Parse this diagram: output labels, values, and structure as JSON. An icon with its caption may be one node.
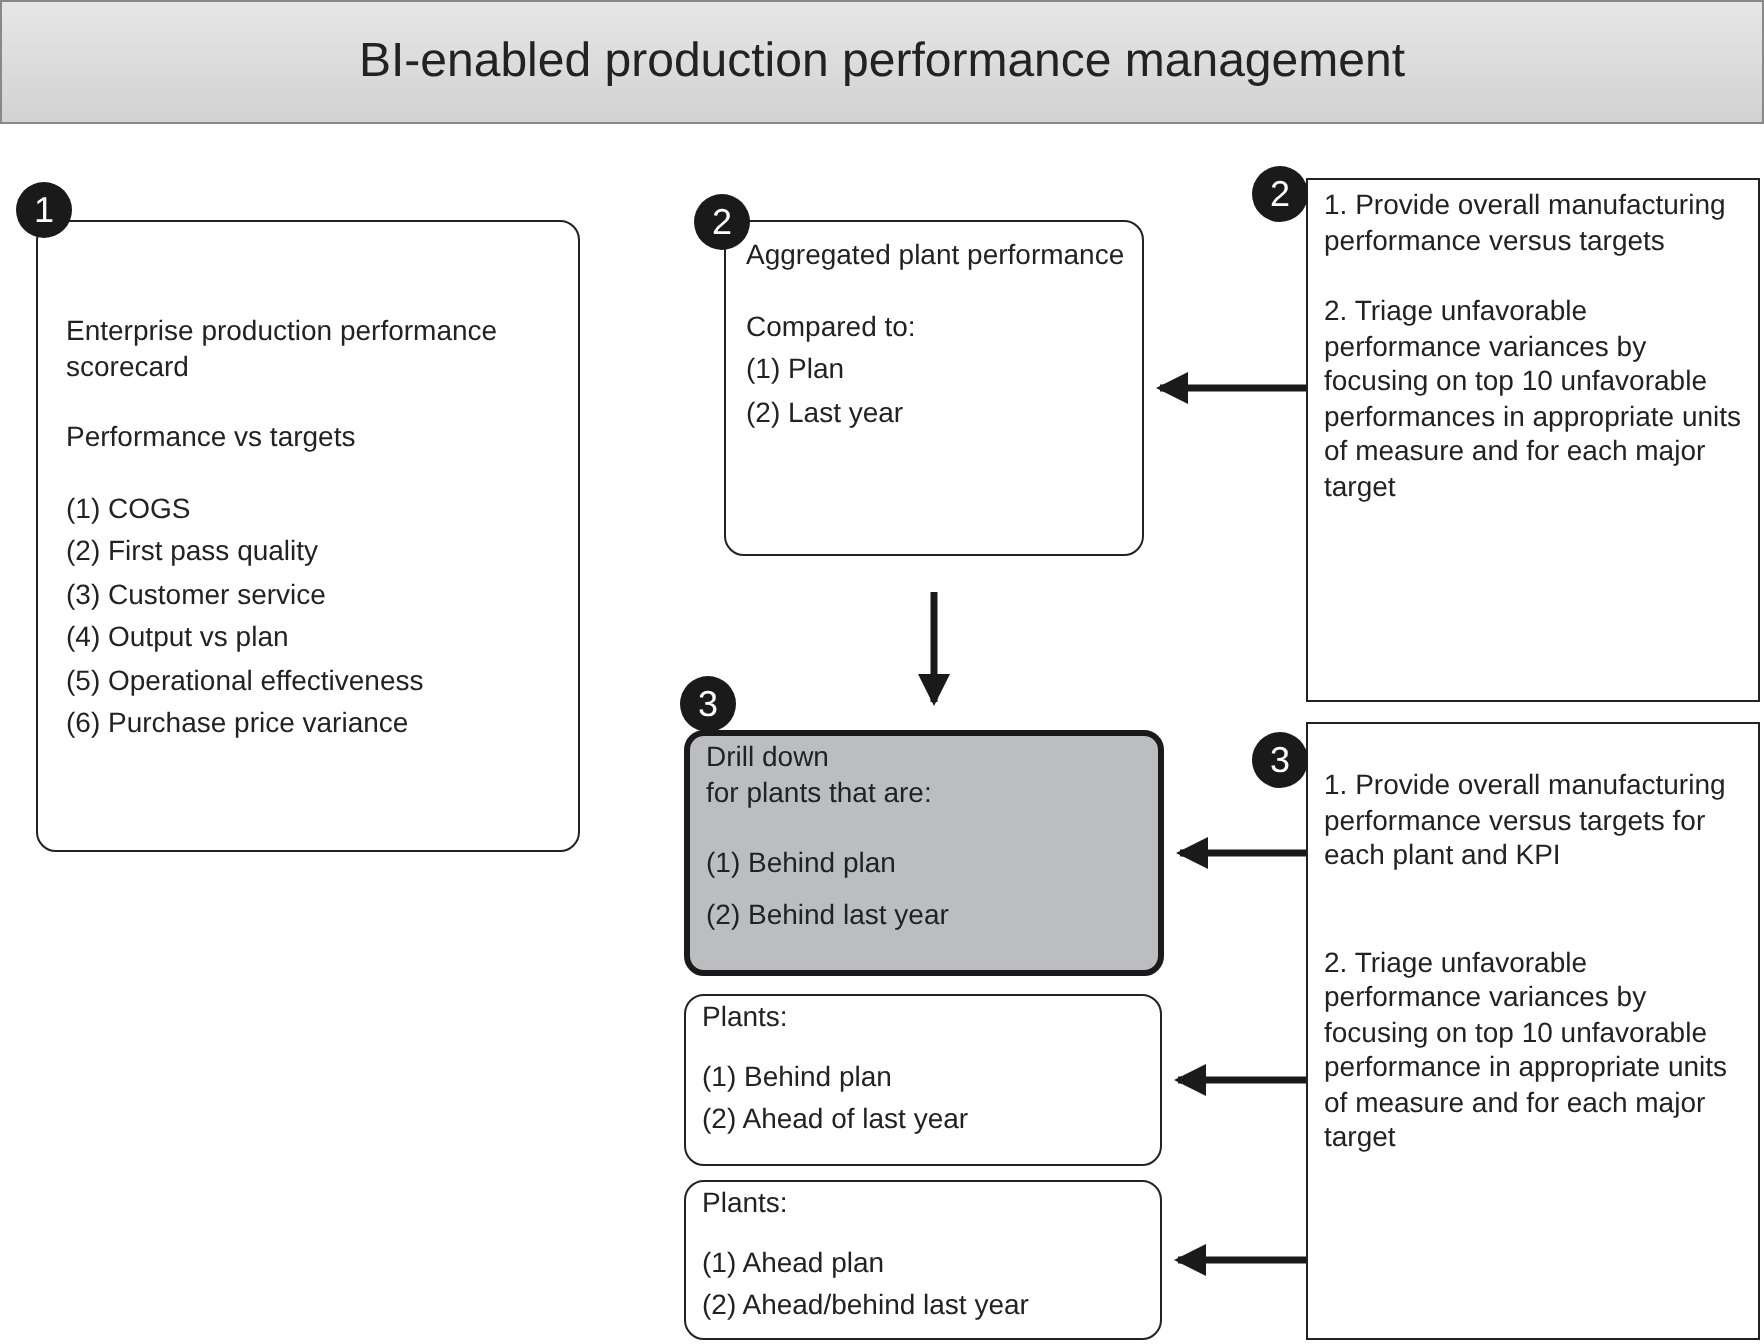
{
  "diagram": {
    "title": "BI-enabled production performance management",
    "nodes": [
      {
        "text": [
          "1"
        ]
      },
      {
        "text": [
          "Enterprise production performance scorecard",
          "Performance vs targets",
          "(1) COGS",
          "(2) First pass quality",
          "(3) Customer service",
          "(4) Output vs plan",
          "(5) Operational effectiveness",
          "(6) Purchase price variance"
        ]
      },
      {
        "text": [
          "2"
        ]
      },
      {
        "text": [
          "Aggregated plant performance",
          "Compared to:",
          "(1) Plan",
          "(2) Last year"
        ]
      },
      {
        "text": [
          "2"
        ]
      },
      {
        "text": [
          "1. Provide overall manufacturing performance versus targets",
          "2. Triage unfavorable performance variances by focusing on top 10 unfavorable performances in appropriate units of measure and for each major target"
        ]
      },
      {
        "text": [
          "3"
        ]
      },
      {
        "text": [
          "Drill down",
          "for plants that are:",
          "(1) Behind plan",
          "(2) Behind last year"
        ]
      },
      {
        "text": [
          "Plants:",
          "(1) Behind plan",
          "(2) Ahead of last year"
        ]
      },
      {
        "text": [
          "Plants:",
          "(1) Ahead plan",
          "(2) Ahead/behind last year"
        ]
      },
      {
        "text": [
          "3"
        ]
      },
      {
        "text": [
          "1. Provide overall manufacturing performance versus targets for each plant and KPI",
          "2. Triage unfavorable performance variances by focusing on top 10 unfavorable performance in appropriate units of measure and for each major target"
        ]
      }
    ],
    "edges": [
      {
        "from": 5,
        "to": 3,
        "arrow": "to"
      },
      {
        "from": 3,
        "to": 7,
        "arrow": "to"
      },
      {
        "from": 11,
        "to": 7,
        "arrow": "to"
      },
      {
        "from": 11,
        "to": 8,
        "arrow": "to"
      },
      {
        "from": 11,
        "to": 9,
        "arrow": "to"
      }
    ]
  }
}
